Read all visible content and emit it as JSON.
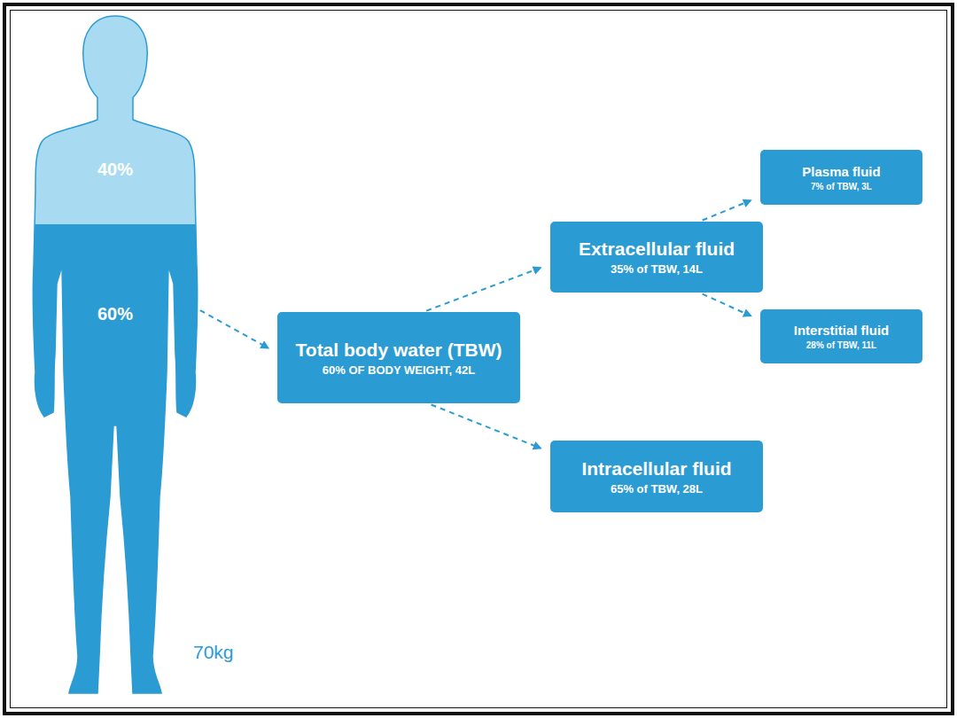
{
  "diagram": {
    "nodes": [
      {
        "text": [
          "40%",
          "60%"
        ]
      },
      {
        "text": [
          "Total body water (TBW)",
          "60% OF BODY WEIGHT, 42L"
        ]
      },
      {
        "text": [
          "Extracellular fluid",
          "35% of TBW, 14L"
        ]
      },
      {
        "text": [
          "Plasma fluid",
          "7% of TBW, 3L"
        ]
      },
      {
        "text": [
          "Interstitial fluid",
          "28% of TBW, 11L"
        ]
      },
      {
        "text": [
          "Intracellular fluid",
          "65% of TBW, 28L"
        ]
      }
    ],
    "edges": [
      {
        "from": 0,
        "to": 1,
        "arrow": "to"
      },
      {
        "from": 1,
        "to": 2,
        "arrow": "to"
      },
      {
        "from": 1,
        "to": 5,
        "arrow": "to"
      },
      {
        "from": 2,
        "to": 3,
        "arrow": "to"
      },
      {
        "from": 2,
        "to": 4,
        "arrow": "to"
      }
    ],
    "labels": [
      "70kg"
    ]
  }
}
